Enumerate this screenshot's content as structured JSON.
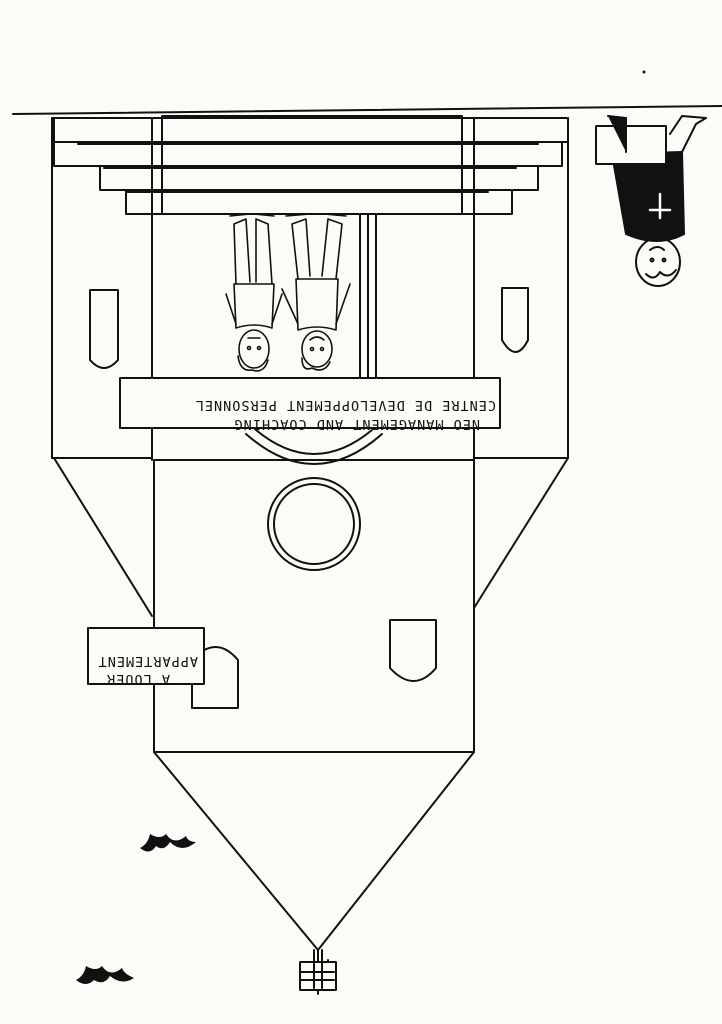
{
  "signs": {
    "centre": {
      "line1": "CENTRE DE DEVELOPPEMENT PERSONNEL",
      "line2": "NEO MANAGEMENT AND COACHING"
    },
    "apartment": {
      "line1": "APPARTEMENT",
      "line2": "A LOUER"
    }
  },
  "image": {
    "orientation": "upside-down",
    "style": "black ink line drawing",
    "ink_color": "#111111",
    "paper_color": "#fbfbf8"
  }
}
